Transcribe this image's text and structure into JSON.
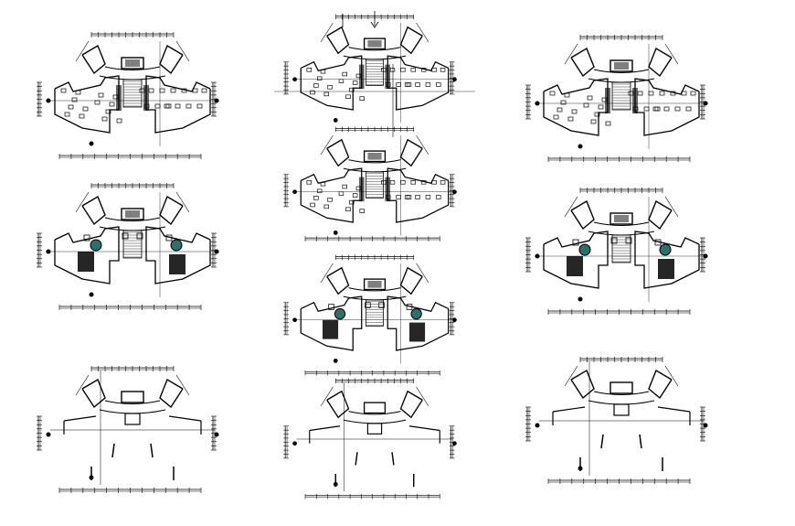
{
  "drawing": {
    "background_color": "#ffffff",
    "line_color": "#000000",
    "accent_color": "#2f6f6a",
    "plans": [
      {
        "id": "plan-1",
        "variant": "furnished"
      },
      {
        "id": "plan-2",
        "variant": "furnished-open"
      },
      {
        "id": "plan-3",
        "variant": "furnished"
      },
      {
        "id": "plan-4",
        "variant": "furnished-open"
      },
      {
        "id": "plan-5",
        "variant": "hatched"
      },
      {
        "id": "plan-6",
        "variant": "hatched"
      },
      {
        "id": "plan-7",
        "variant": "hatched"
      },
      {
        "id": "plan-8",
        "variant": "sparse"
      },
      {
        "id": "plan-9",
        "variant": "sparse"
      },
      {
        "id": "plan-10",
        "variant": "sparse"
      }
    ]
  }
}
